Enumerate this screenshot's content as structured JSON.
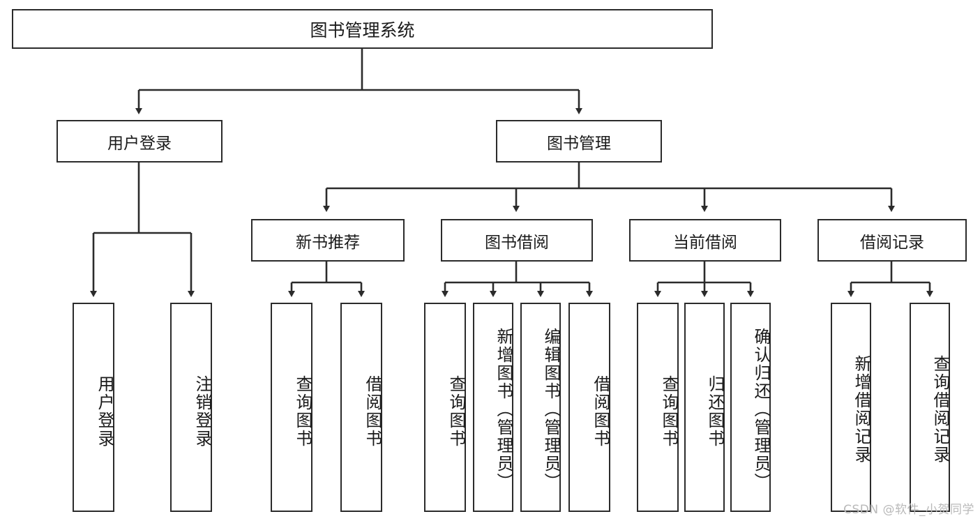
{
  "diagram": {
    "title": "图书管理系统",
    "type": "hierarchy-tree",
    "watermark": "CSDN @软件_小贺同学",
    "colors": {
      "stroke": "#2b2b2b",
      "fill": "#ffffff",
      "text": "#1a1a1a",
      "watermark": "#b9b9b9"
    },
    "nodes": {
      "root": "图书管理系统",
      "level1": [
        "用户登录",
        "图书管理"
      ],
      "level2": [
        "新书推荐",
        "图书借阅",
        "当前借阅",
        "借阅记录"
      ],
      "leaves": {
        "user_login": [
          "用户登录",
          "注销登录"
        ],
        "new_book_recommend": [
          "查询图书",
          "借阅图书"
        ],
        "book_borrow": [
          "查询图书",
          "新增图书（管理员）",
          "编辑图书（管理员）",
          "借阅图书"
        ],
        "current_borrow": [
          "查询图书",
          "归还图书",
          "确认归还（管理员）"
        ],
        "borrow_record": [
          "新增借阅记录",
          "查询借阅记录"
        ]
      }
    }
  }
}
